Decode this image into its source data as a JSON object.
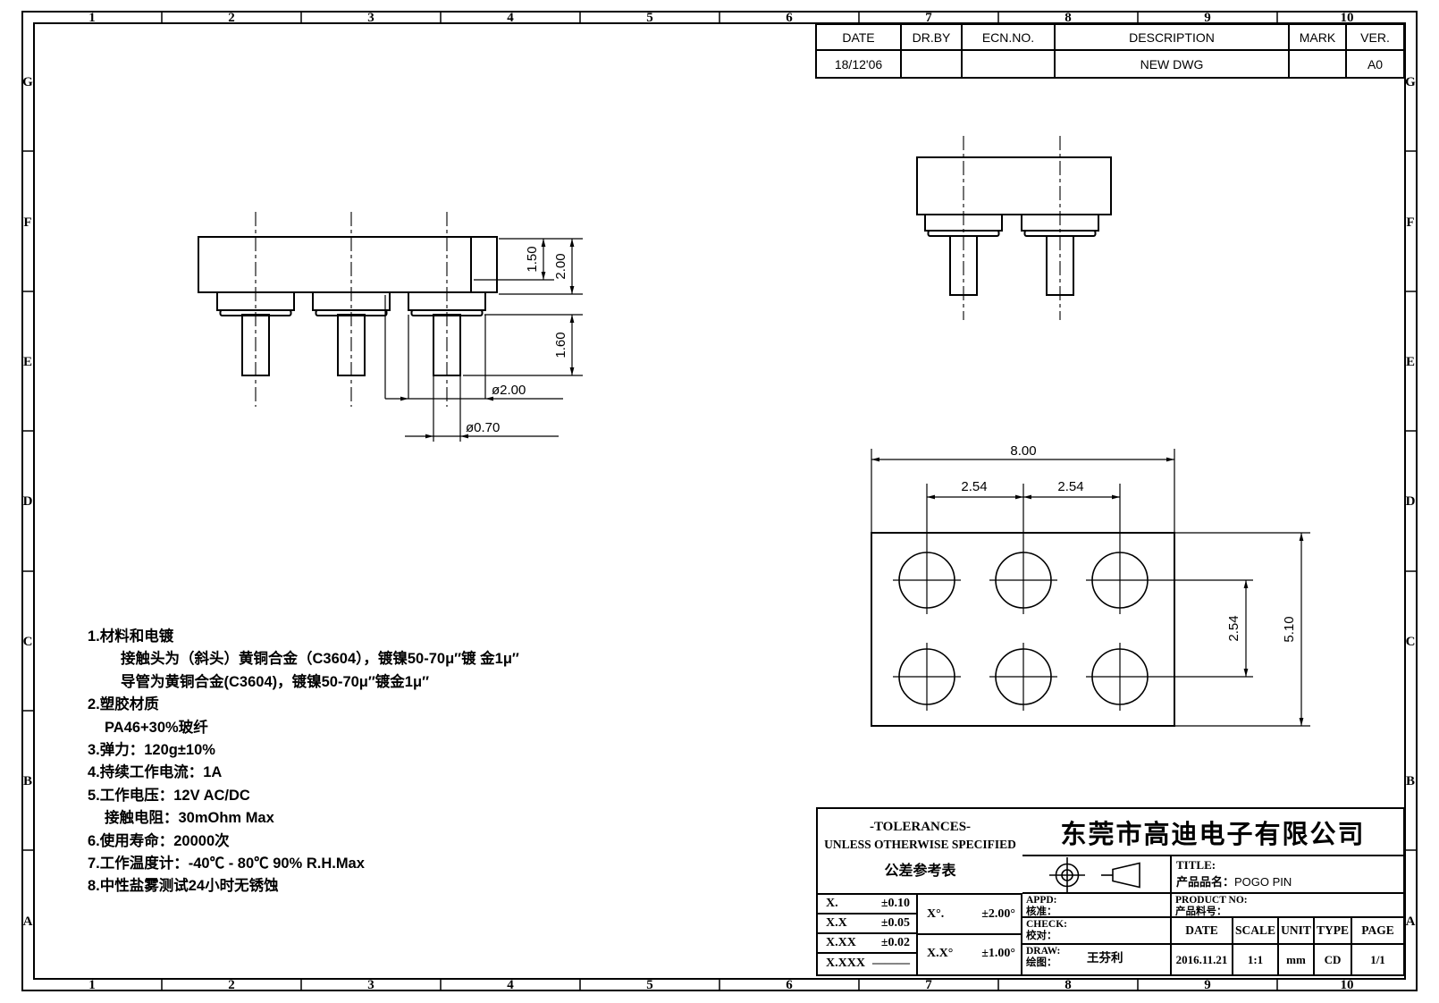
{
  "border": {
    "column_labels": [
      "1",
      "2",
      "3",
      "4",
      "5",
      "6",
      "7",
      "8",
      "9",
      "10"
    ],
    "row_labels": [
      "G",
      "F",
      "E",
      "D",
      "C",
      "B",
      "A"
    ]
  },
  "revision_table": {
    "headers": [
      "DATE",
      "DR.BY",
      "ECN.NO.",
      "DESCRIPTION",
      "MARK",
      "VER."
    ],
    "row": [
      "18/12'06",
      "",
      "",
      "NEW  DWG",
      "",
      "A0"
    ]
  },
  "views": {
    "front": {
      "dims": {
        "seat_height": "1.50",
        "body_height": "2.00",
        "pin_length": "1.60",
        "tube_dia": "ø2.00",
        "pin_dia": "ø0.70"
      }
    },
    "top": {
      "dims": {
        "width": "8.00",
        "pitch_left": "2.54",
        "pitch_right": "2.54",
        "row_pitch": "2.54",
        "depth": "5.10"
      }
    }
  },
  "notes": {
    "lines": [
      "1.材料和电镀",
      "接触头为（斜头）黄铜合金（C3604），镀镍50-70μ″镀 金1μ″",
      "导管为黄铜合金(C3604)，镀镍50-70μ″镀金1μ″",
      "2.塑胶材质",
      "PA46+30%玻纤",
      "3.弹力：120g±10%",
      "4.持续工作电流：1A",
      "5.工作电压：12V AC/DC",
      "接触电阻：30mOhm Max",
      "6.使用寿命：20000次",
      "7.工作温度计：-40℃ - 80℃   90% R.H.Max",
      "8.中性盐雾测试24小时无锈蚀"
    ]
  },
  "title_block": {
    "tolerances": {
      "line1": "-TOLERANCES-",
      "line2": "UNLESS OTHERWISE SPECIFIED",
      "line3": "公差参考表",
      "rows": [
        [
          "X.",
          "±0.10"
        ],
        [
          "X.X",
          "±0.05"
        ],
        [
          "X.XX",
          "±0.02"
        ],
        [
          "X.XXX",
          "———"
        ]
      ],
      "angle_rows": [
        [
          "X°.",
          "±2.00°"
        ],
        [
          "X.X°",
          "±1.00°"
        ]
      ]
    },
    "company": "东莞市高迪电子有限公司",
    "title_label_en": "TITLE:",
    "product_name_label": "产品品名：",
    "product_name": "POGO PIN",
    "product_no_label_en": "PRODUCT NO:",
    "product_no_label_cn": "产品料号：",
    "appd_en": "APPD:",
    "appd_cn": "核准：",
    "check_en": "CHECK:",
    "check_cn": "校对：",
    "draw_en": "DRAW:",
    "draw_cn": "绘图：",
    "draw_name": "王芬利",
    "info_headers": [
      "DATE",
      "SCALE",
      "UNIT",
      "TYPE",
      "PAGE"
    ],
    "info_values": [
      "2016.11.21",
      "1:1",
      "mm",
      "CD",
      "1/1"
    ]
  }
}
